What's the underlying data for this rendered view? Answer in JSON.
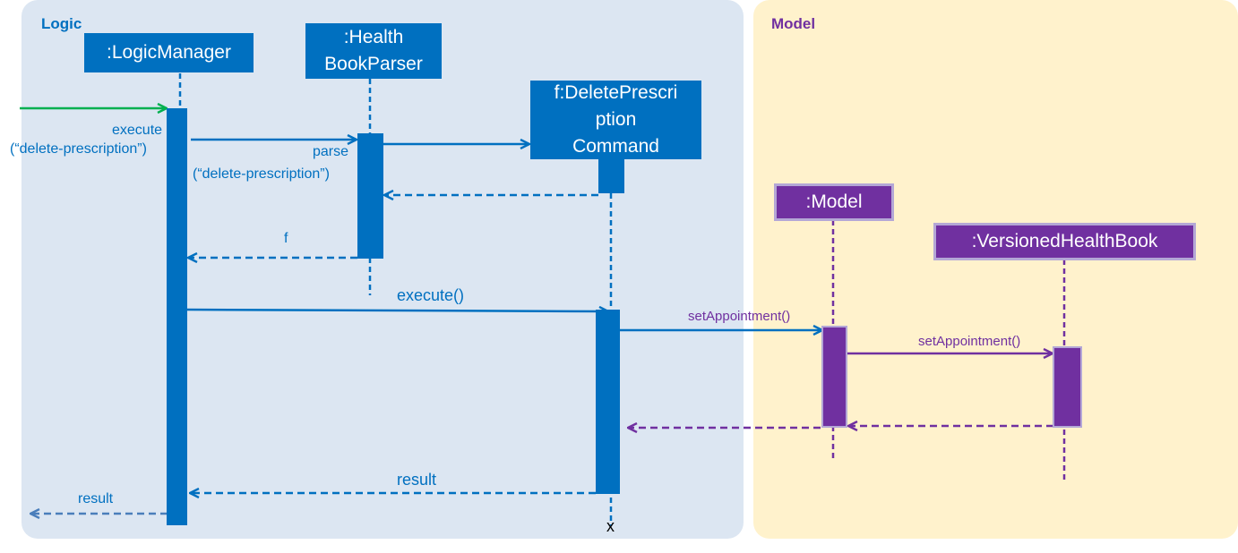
{
  "regions": {
    "logic": "Logic",
    "model": "Model"
  },
  "lifelines": {
    "logic_manager": ":LogicManager",
    "parser_line1": ":Health",
    "parser_line2": "BookParser",
    "command_line1": "f:DeletePrescri",
    "command_line2": "ption",
    "command_line3": "Command",
    "model": ":Model",
    "versioned": ":VersionedHealthBook"
  },
  "messages": {
    "execute_1": "execute",
    "execute_2": "(“delete-prescription”)",
    "parse_1": "parse",
    "parse_2": "(“delete-prescription”)",
    "f_return": "f",
    "execute_call": "execute()",
    "set_appointment_model": "setAppointment()",
    "set_appointment_versioned": "setAppointment()",
    "result_inner": "result",
    "result_outer": "result",
    "destroy_mark": "x"
  },
  "colors": {
    "logic_blue": "#0070c0",
    "model_purple": "#7030a0",
    "entry_green": "#00b050",
    "logic_bg": "#dce6f2",
    "model_bg": "#fff2cc"
  }
}
